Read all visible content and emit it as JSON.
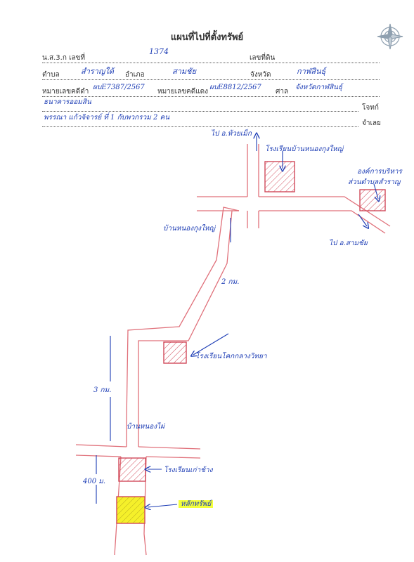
{
  "document": {
    "title": "แผนที่ไปที่ตั้งทรัพย์",
    "form": {
      "deed_label": "น.ส.3.ก เลขที่",
      "deed_value": "1374",
      "land_no_label": "เลขที่ดิน",
      "land_no_value": "",
      "subdistrict_label": "ตำบล",
      "subdistrict_value": "สำราญใต้",
      "district_label": "อำเภอ",
      "district_value": "สามชัย",
      "province_label": "จังหวัด",
      "province_value": "กาฬสินธุ์",
      "black_case_label": "หมายเลขคดีดำ",
      "black_case_value": "ผบE7387/2567",
      "red_case_label": "หมายเลขคดีแดง",
      "red_case_value": "ผบE8812/2567",
      "court_label": "ศาล",
      "court_value": "จังหวัดกาฬสินธุ์",
      "plaintiff_label": "โจทก์",
      "plaintiff_value": "ธนาคารออมสิน",
      "defendant_label": "จำเลย",
      "defendant_value": "พรรณา แก้วจิจารย์ ที่ 1 กับพวกรวม 2 คน"
    }
  },
  "map_labels": {
    "top_arrow": "ไป อ.ห้วยเม็ก",
    "school_top": "โรงเรียนบ้านหนองกุงใหญ่",
    "office_right_1": "องค์การบริหาร",
    "office_right_2": "ส่วนตำบลสำราญ",
    "to_samchai": "ไป อ.สามชัย",
    "village_nongkung": "บ้านหนองกุงใหญ่",
    "dist_2km": "2 กม.",
    "school_mid": "โรงเรียนโคกกลางวิทยา",
    "dist_3km": "3 กม.",
    "village_nongphai": "บ้านหนองไผ่",
    "school_low": "โรงเรียนเก่าช้าง",
    "dist_400m": "400 ม.",
    "property": "หลักทรัพย์"
  },
  "colors": {
    "road": "#e0707a",
    "ink": "#1d3db5",
    "hatch": "#d14a5a",
    "property_fill": "#f5f02a",
    "highlight": "#f2ff3a"
  },
  "icons": [
    "compass-icon"
  ]
}
